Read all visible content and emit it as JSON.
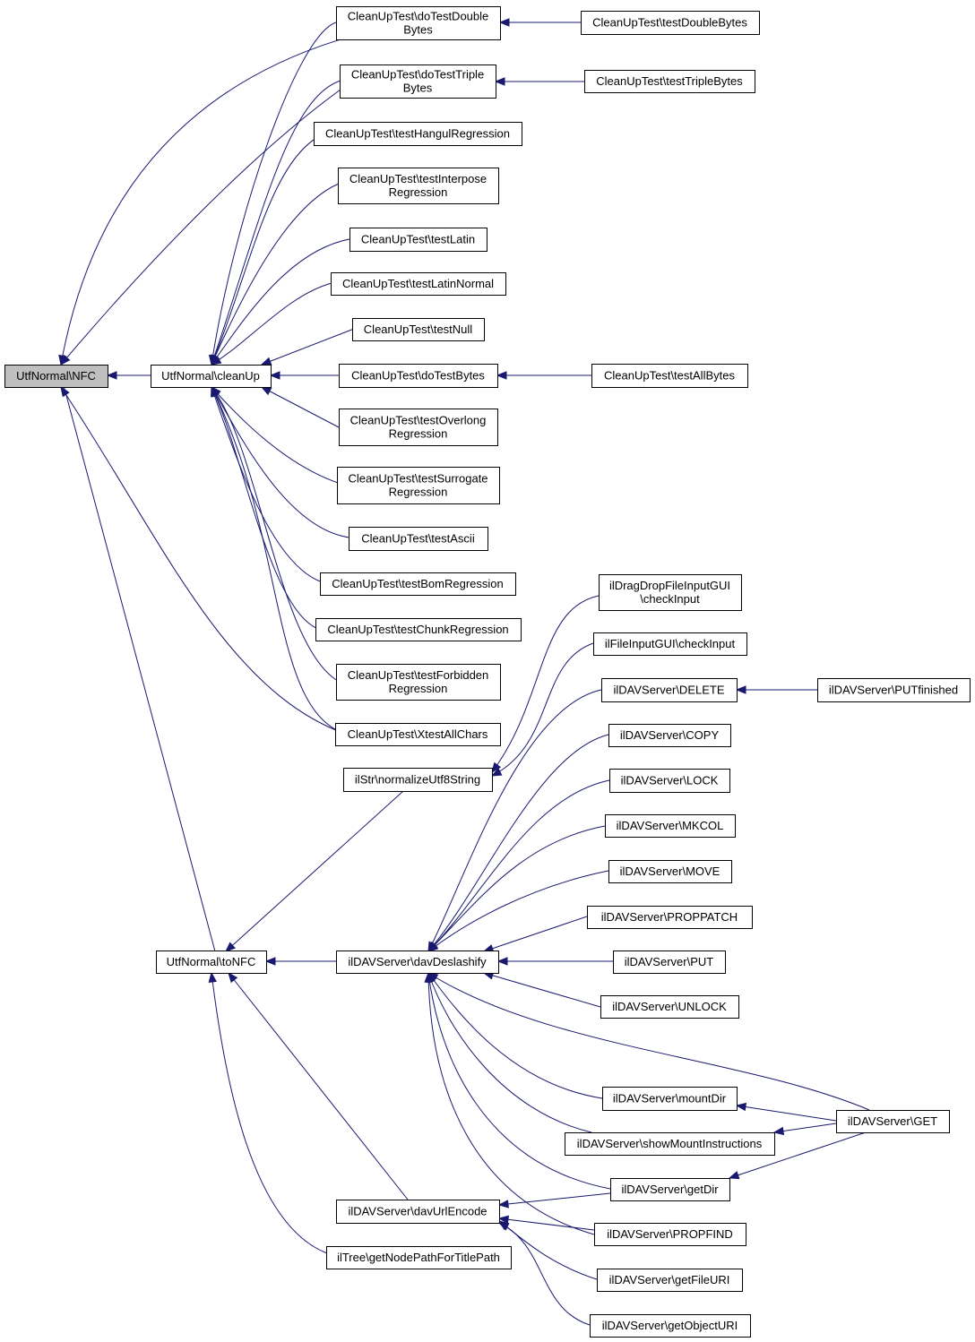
{
  "colors": {
    "edge": "#191970",
    "root_fill": "#bfbfbf",
    "node_fill": "#ffffff",
    "border": "#000000"
  },
  "nodes": [
    {
      "id": "nfc",
      "lines": [
        "UtfNormal\\NFC"
      ],
      "root": true
    },
    {
      "id": "cleanUp",
      "lines": [
        "UtfNormal\\cleanUp"
      ]
    },
    {
      "id": "toNFC",
      "lines": [
        "UtfNormal\\toNFC"
      ]
    },
    {
      "id": "doTestDoubleBytes",
      "lines": [
        "CleanUpTest\\doTestDouble",
        "Bytes"
      ]
    },
    {
      "id": "testDoubleBytes",
      "lines": [
        "CleanUpTest\\testDoubleBytes"
      ]
    },
    {
      "id": "doTestTripleBytes",
      "lines": [
        "CleanUpTest\\doTestTriple",
        "Bytes"
      ]
    },
    {
      "id": "testTripleBytes",
      "lines": [
        "CleanUpTest\\testTripleBytes"
      ]
    },
    {
      "id": "testHangul",
      "lines": [
        "CleanUpTest\\testHangulRegression"
      ]
    },
    {
      "id": "testInterpose",
      "lines": [
        "CleanUpTest\\testInterpose",
        "Regression"
      ]
    },
    {
      "id": "testLatin",
      "lines": [
        "CleanUpTest\\testLatin"
      ]
    },
    {
      "id": "testLatinNormal",
      "lines": [
        "CleanUpTest\\testLatinNormal"
      ]
    },
    {
      "id": "testNull",
      "lines": [
        "CleanUpTest\\testNull"
      ]
    },
    {
      "id": "doTestBytes",
      "lines": [
        "CleanUpTest\\doTestBytes"
      ]
    },
    {
      "id": "testAllBytes",
      "lines": [
        "CleanUpTest\\testAllBytes"
      ]
    },
    {
      "id": "testOverlong",
      "lines": [
        "CleanUpTest\\testOverlong",
        "Regression"
      ]
    },
    {
      "id": "testSurrogate",
      "lines": [
        "CleanUpTest\\testSurrogate",
        "Regression"
      ]
    },
    {
      "id": "testAscii",
      "lines": [
        "CleanUpTest\\testAscii"
      ]
    },
    {
      "id": "testBom",
      "lines": [
        "CleanUpTest\\testBomRegression"
      ]
    },
    {
      "id": "testChunk",
      "lines": [
        "CleanUpTest\\testChunkRegression"
      ]
    },
    {
      "id": "testForbidden",
      "lines": [
        "CleanUpTest\\testForbidden",
        "Regression"
      ]
    },
    {
      "id": "xtestAllChars",
      "lines": [
        "CleanUpTest\\XtestAllChars"
      ]
    },
    {
      "id": "normalizeUtf8",
      "lines": [
        "ilStr\\normalizeUtf8String"
      ]
    },
    {
      "id": "dragDrop",
      "lines": [
        "ilDragDropFileInputGUI",
        "\\checkInput"
      ]
    },
    {
      "id": "fileInput",
      "lines": [
        "ilFileInputGUI\\checkInput"
      ]
    },
    {
      "id": "davDelete",
      "lines": [
        "ilDAVServer\\DELETE"
      ]
    },
    {
      "id": "putFinished",
      "lines": [
        "ilDAVServer\\PUTfinished"
      ]
    },
    {
      "id": "davCopy",
      "lines": [
        "ilDAVServer\\COPY"
      ]
    },
    {
      "id": "davLock",
      "lines": [
        "ilDAVServer\\LOCK"
      ]
    },
    {
      "id": "davMkcol",
      "lines": [
        "ilDAVServer\\MKCOL"
      ]
    },
    {
      "id": "davMove",
      "lines": [
        "ilDAVServer\\MOVE"
      ]
    },
    {
      "id": "davProppatch",
      "lines": [
        "ilDAVServer\\PROPPATCH"
      ]
    },
    {
      "id": "davDeslashify",
      "lines": [
        "ilDAVServer\\davDeslashify"
      ]
    },
    {
      "id": "davPut",
      "lines": [
        "ilDAVServer\\PUT"
      ]
    },
    {
      "id": "davUnlock",
      "lines": [
        "ilDAVServer\\UNLOCK"
      ]
    },
    {
      "id": "mountDir",
      "lines": [
        "ilDAVServer\\mountDir"
      ]
    },
    {
      "id": "davGet",
      "lines": [
        "ilDAVServer\\GET"
      ]
    },
    {
      "id": "showMount",
      "lines": [
        "ilDAVServer\\showMountInstructions"
      ]
    },
    {
      "id": "getDir",
      "lines": [
        "ilDAVServer\\getDir"
      ]
    },
    {
      "id": "davUrlEncode",
      "lines": [
        "ilDAVServer\\davUrlEncode"
      ]
    },
    {
      "id": "propfind",
      "lines": [
        "ilDAVServer\\PROPFIND"
      ]
    },
    {
      "id": "getNodePath",
      "lines": [
        "ilTree\\getNodePathForTitlePath"
      ]
    },
    {
      "id": "getFileUri",
      "lines": [
        "ilDAVServer\\getFileURI"
      ]
    },
    {
      "id": "getObjectUri",
      "lines": [
        "ilDAVServer\\getObjectURI"
      ]
    }
  ],
  "edges": [
    {
      "from": "cleanUp",
      "to": "nfc"
    },
    {
      "from": "toNFC",
      "to": "nfc"
    },
    {
      "from": "doTestDoubleBytes",
      "to": "nfc"
    },
    {
      "from": "doTestTripleBytes",
      "to": "nfc"
    },
    {
      "from": "xtestAllChars",
      "to": "nfc"
    },
    {
      "from": "doTestDoubleBytes",
      "to": "cleanUp"
    },
    {
      "from": "doTestTripleBytes",
      "to": "cleanUp"
    },
    {
      "from": "testHangul",
      "to": "cleanUp"
    },
    {
      "from": "testInterpose",
      "to": "cleanUp"
    },
    {
      "from": "testLatin",
      "to": "cleanUp"
    },
    {
      "from": "testLatinNormal",
      "to": "cleanUp"
    },
    {
      "from": "testNull",
      "to": "cleanUp"
    },
    {
      "from": "doTestBytes",
      "to": "cleanUp"
    },
    {
      "from": "testOverlong",
      "to": "cleanUp"
    },
    {
      "from": "testSurrogate",
      "to": "cleanUp"
    },
    {
      "from": "testAscii",
      "to": "cleanUp"
    },
    {
      "from": "testBom",
      "to": "cleanUp"
    },
    {
      "from": "testChunk",
      "to": "cleanUp"
    },
    {
      "from": "testForbidden",
      "to": "cleanUp"
    },
    {
      "from": "xtestAllChars",
      "to": "cleanUp"
    },
    {
      "from": "testDoubleBytes",
      "to": "doTestDoubleBytes"
    },
    {
      "from": "testTripleBytes",
      "to": "doTestTripleBytes"
    },
    {
      "from": "testAllBytes",
      "to": "doTestBytes"
    },
    {
      "from": "normalizeUtf8",
      "to": "toNFC"
    },
    {
      "from": "davDeslashify",
      "to": "toNFC"
    },
    {
      "from": "davUrlEncode",
      "to": "toNFC"
    },
    {
      "from": "getNodePath",
      "to": "toNFC"
    },
    {
      "from": "dragDrop",
      "to": "normalizeUtf8"
    },
    {
      "from": "fileInput",
      "to": "normalizeUtf8"
    },
    {
      "from": "putFinished",
      "to": "davDelete"
    },
    {
      "from": "davDelete",
      "to": "davDeslashify"
    },
    {
      "from": "davCopy",
      "to": "davDeslashify"
    },
    {
      "from": "davLock",
      "to": "davDeslashify"
    },
    {
      "from": "davMkcol",
      "to": "davDeslashify"
    },
    {
      "from": "davMove",
      "to": "davDeslashify"
    },
    {
      "from": "davProppatch",
      "to": "davDeslashify"
    },
    {
      "from": "davPut",
      "to": "davDeslashify"
    },
    {
      "from": "davUnlock",
      "to": "davDeslashify"
    },
    {
      "from": "davGet",
      "to": "davDeslashify"
    },
    {
      "from": "mountDir",
      "to": "davDeslashify"
    },
    {
      "from": "showMount",
      "to": "davDeslashify"
    },
    {
      "from": "getDir",
      "to": "davDeslashify"
    },
    {
      "from": "propfind",
      "to": "davDeslashify"
    },
    {
      "from": "davGet",
      "to": "mountDir"
    },
    {
      "from": "davGet",
      "to": "showMount"
    },
    {
      "from": "davGet",
      "to": "getDir"
    },
    {
      "from": "getDir",
      "to": "davUrlEncode"
    },
    {
      "from": "propfind",
      "to": "davUrlEncode"
    },
    {
      "from": "getFileUri",
      "to": "davUrlEncode"
    },
    {
      "from": "getObjectUri",
      "to": "davUrlEncode"
    }
  ]
}
